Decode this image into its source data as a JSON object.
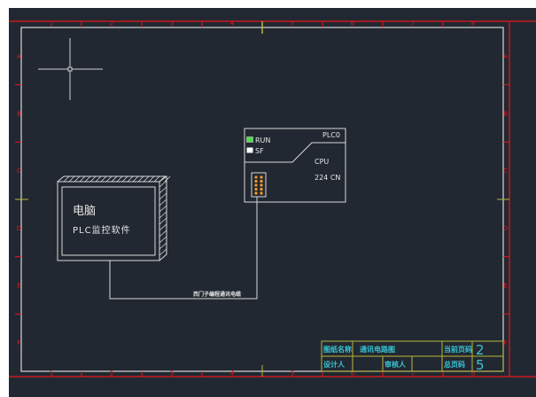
{
  "colors": {
    "background": "#222831",
    "frame_red": "#e8161c",
    "frame_white": "#d8d8d8",
    "title_block_yellow": "#b8b83a",
    "title_text": "#37c6d6",
    "run_led": "#4ee04e",
    "port_pins": "#f39a2a"
  },
  "ruler": {
    "columns": [
      "1",
      "2",
      "3",
      "4",
      "5",
      "6",
      "7",
      "8"
    ],
    "rows": [
      "A",
      "B",
      "C",
      "D",
      "E",
      "F"
    ]
  },
  "computer": {
    "title": "电脑",
    "subtitle": "PLC监控软件"
  },
  "plc": {
    "name": "PLC0",
    "led_run": "RUN",
    "led_sf": "SF",
    "cpu_label": "CPU",
    "model": "224 CN"
  },
  "cable": {
    "label": "西门子编程通讯电缆"
  },
  "title_block": {
    "drawing_name_label": "图纸名称",
    "drawing_name": "通讯电路图",
    "current_page_label": "当前页码",
    "current_page": "2",
    "designer_label": "设计人",
    "designer": "",
    "reviewer_label": "审核人",
    "reviewer": "",
    "total_pages_label": "总页码",
    "total_pages": "5"
  }
}
